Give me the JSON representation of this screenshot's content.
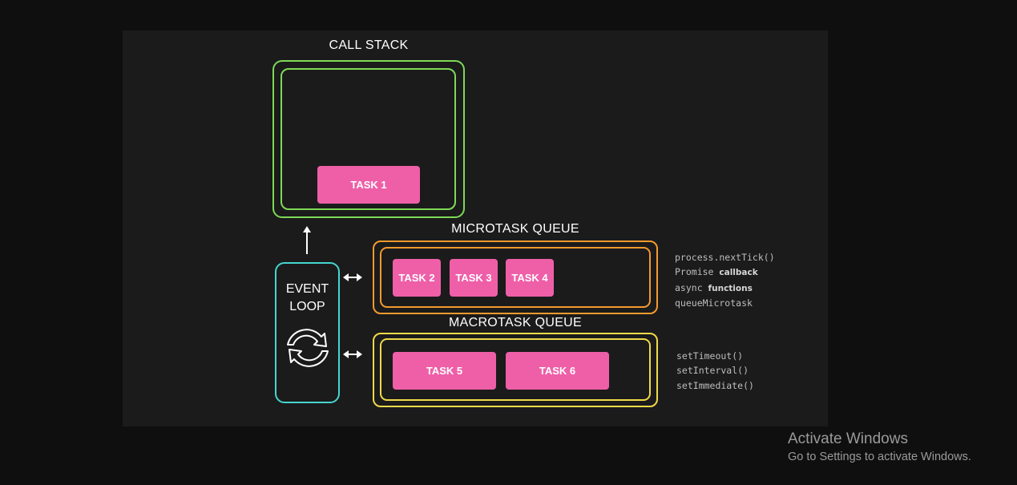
{
  "call_stack": {
    "title": "CALL STACK",
    "color": "#7ed957",
    "tasks": [
      "TASK 1"
    ]
  },
  "microtask_queue": {
    "title": "MICROTASK QUEUE",
    "color": "#f29a2e",
    "tasks": [
      "TASK 2",
      "TASK 3",
      "TASK 4"
    ],
    "apis": [
      {
        "mono": "process.nextTick()",
        "bold": ""
      },
      {
        "mono": "Promise ",
        "bold": "callback"
      },
      {
        "mono": "async ",
        "bold": "functions"
      },
      {
        "mono": "queueMicrotask",
        "bold": ""
      }
    ]
  },
  "macrotask_queue": {
    "title": "MACROTASK QUEUE",
    "color": "#f0d94a",
    "tasks": [
      "TASK 5",
      "TASK 6"
    ],
    "apis": [
      "setTimeout()",
      "setInterval()",
      "setImmediate()"
    ]
  },
  "event_loop": {
    "line1": "EVENT",
    "line2": "LOOP",
    "color": "#46d6cf",
    "icon": "refresh-cycle-icon"
  },
  "task_color": "#ee5fa8",
  "watermark": {
    "title": "Activate Windows",
    "subtitle": "Go to Settings to activate Windows."
  }
}
